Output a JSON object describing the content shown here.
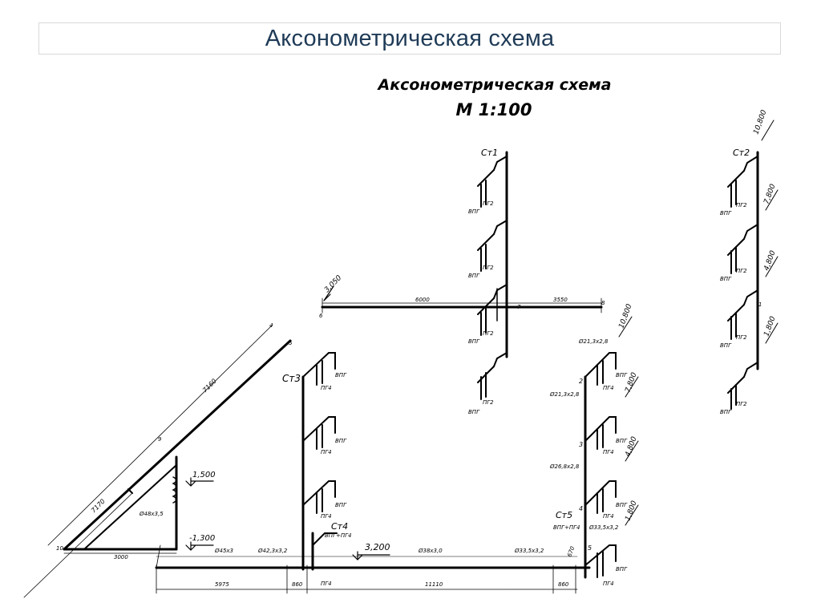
{
  "slide": {
    "title": "Аксонометрическая схема"
  },
  "drawing": {
    "heading": "Аксонометрическая схема",
    "scale": "М 1:100",
    "risers": {
      "st1": "Ст1",
      "st2": "Ст2",
      "st3": "Ст3",
      "st4": "Ст4",
      "st5": "Ст5"
    },
    "fixtures": {
      "vpg": "ВПГ",
      "pg2": "ПГ2",
      "pg4": "ПГ4",
      "vpg_pg4": "ВПГ+ПГ4"
    },
    "levels": {
      "l3050": "3,050",
      "l10800a": "10,800",
      "l10800b": "10,800",
      "l7800a": "7,800",
      "l4800a": "4,800",
      "l1800a": "1,800",
      "l7800b": "7,800",
      "l4800b": "4,800",
      "l1800b": "1,800",
      "l1500": "1,500",
      "lm1300": "-1,300",
      "l3200": "3,200"
    },
    "dims": {
      "d6000": "6000",
      "d3550": "3550",
      "d7160": "7160",
      "d7170": "7170",
      "d3000": "3000",
      "d5975": "5975",
      "d860a": "860",
      "d11110": "11110",
      "d860b": "860",
      "d670": "670"
    },
    "pipes": {
      "p48": "Ø48x3,5",
      "p45": "Ø45x3",
      "p42": "Ø42,3x3,2",
      "p38": "Ø38x3,0",
      "p33a": "Ø33,5x3,2",
      "p33b": "Ø33,5x3,2",
      "p26": "Ø26,8x2,8",
      "p21a": "Ø21,3x2,8",
      "p21b": "Ø21,3x2,8"
    },
    "nodes": {
      "n1": "1",
      "n2": "2",
      "n3": "3",
      "n4": "4",
      "n5": "5",
      "n6": "6",
      "n7": "7",
      "n8": "8",
      "n9": "9",
      "n10": "10"
    }
  }
}
